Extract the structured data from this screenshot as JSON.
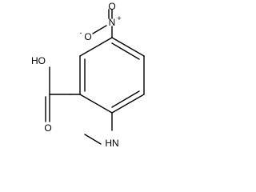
{
  "structure": {
    "bond_color": "#000000",
    "background": "#ffffff",
    "labels": {
      "nitro_oxygen_top": "O",
      "nitro_nitrogen": "N",
      "nitro_nitrogen_charge": "+",
      "nitro_oxygen_left": "O",
      "nitro_oxygen_left_charge": "-",
      "carboxyl_hydroxyl": "HO",
      "carboxyl_oxygen": "O",
      "amine": "HN"
    }
  }
}
